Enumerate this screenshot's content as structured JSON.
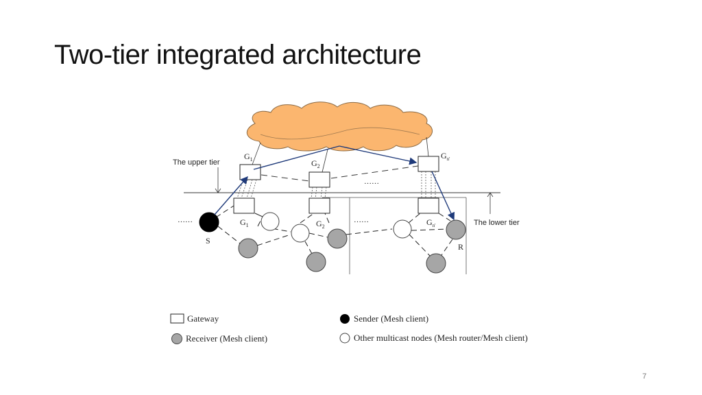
{
  "slide": {
    "title": "Two-tier integrated architecture",
    "page_number": "7"
  },
  "diagram": {
    "tier_labels": {
      "upper": "The upper tier",
      "lower": "The lower tier"
    },
    "upper_gateways": {
      "g1": "G",
      "g1_sub": "1",
      "g2": "G",
      "g2_sub": "2",
      "gn": "G",
      "gn_sub": "n'"
    },
    "lower_gateways": {
      "g1": "G",
      "g1_sub": "1",
      "g2": "G",
      "g2_sub": "2",
      "gn": "G",
      "gn_sub": "n'"
    },
    "ellipses": {
      "upper": "……",
      "left": "……",
      "middle": "……"
    },
    "node_labels": {
      "sender": "S",
      "receiver": "R"
    },
    "colors": {
      "cloud": "#FBB66F",
      "arrow": "#1F3A7A",
      "receiver": "#A6A6A6",
      "sender": "#000000",
      "other": "#FFFFFF"
    }
  },
  "legend": {
    "gateway": "Gateway",
    "sender": "Sender (Mesh client)",
    "receiver": "Receiver (Mesh client)",
    "other": "Other multicast nodes (Mesh router/Mesh client)"
  }
}
